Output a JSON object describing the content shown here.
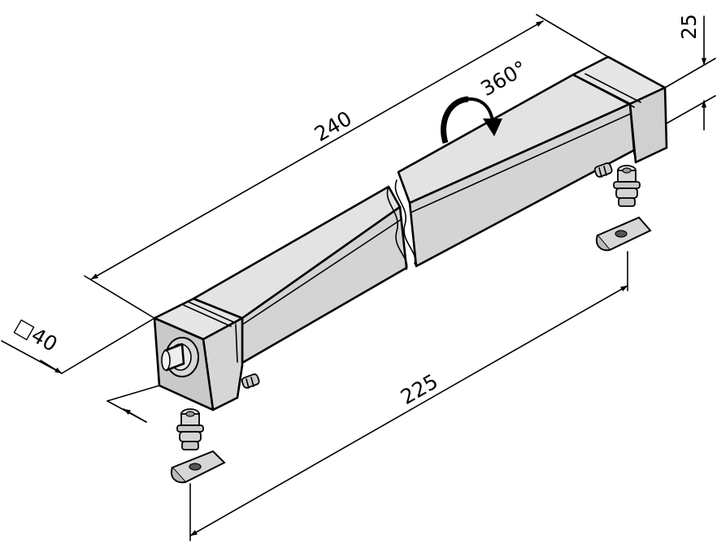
{
  "dimensions": {
    "length": "240",
    "mount_distance": "225",
    "section": "□40",
    "height_offset": "25",
    "rotation": "360°"
  },
  "colors": {
    "line": "#000000",
    "face_top": "#e2e2e2",
    "face_front": "#d2d2d2",
    "face_end": "#c6c6c6",
    "end_cap": "#dcdcdc",
    "background": "#ffffff"
  },
  "icons": {
    "rotation": "curved-arrow-icon",
    "screw": "set-screw-icon",
    "fastener": "t-slot-nut-icon"
  }
}
